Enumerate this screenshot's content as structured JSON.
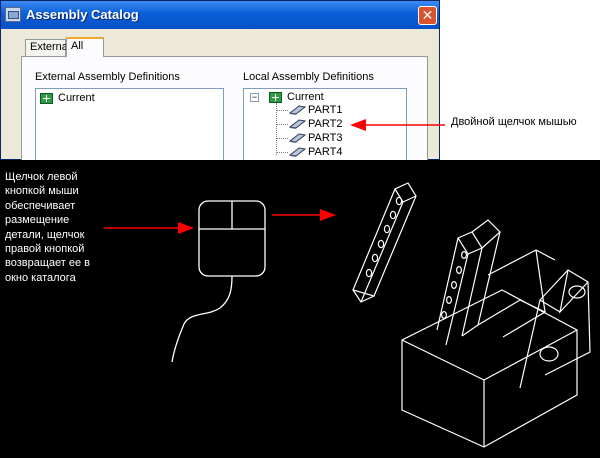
{
  "window": {
    "title": "Assembly Catalog",
    "close_glyph": "✕"
  },
  "tabs": [
    {
      "label": "External",
      "selected": false
    },
    {
      "label": "All",
      "selected": true
    }
  ],
  "external_group": {
    "label": "External Assembly Definitions",
    "items": [
      "Current"
    ]
  },
  "local_group": {
    "label": "Local Assembly Definitions",
    "root": "Current",
    "expander": "−",
    "parts": [
      "PART1",
      "PART2",
      "PART3",
      "PART4"
    ]
  },
  "annotations": {
    "double_click": "Двойной щелчок мышью",
    "mouse_instructions": "Щелчок левой\nкнопкой мыши\nобеспечивает\nразмещение\nдетали, щелчок\nправой кнопкой\nвозвращает ее в\nокно каталога"
  },
  "colors": {
    "arrow": "#ff0000",
    "assembly_icon": "#2f9a45",
    "drawing_background": "#000000",
    "drawing_lines": "#ffffff"
  }
}
